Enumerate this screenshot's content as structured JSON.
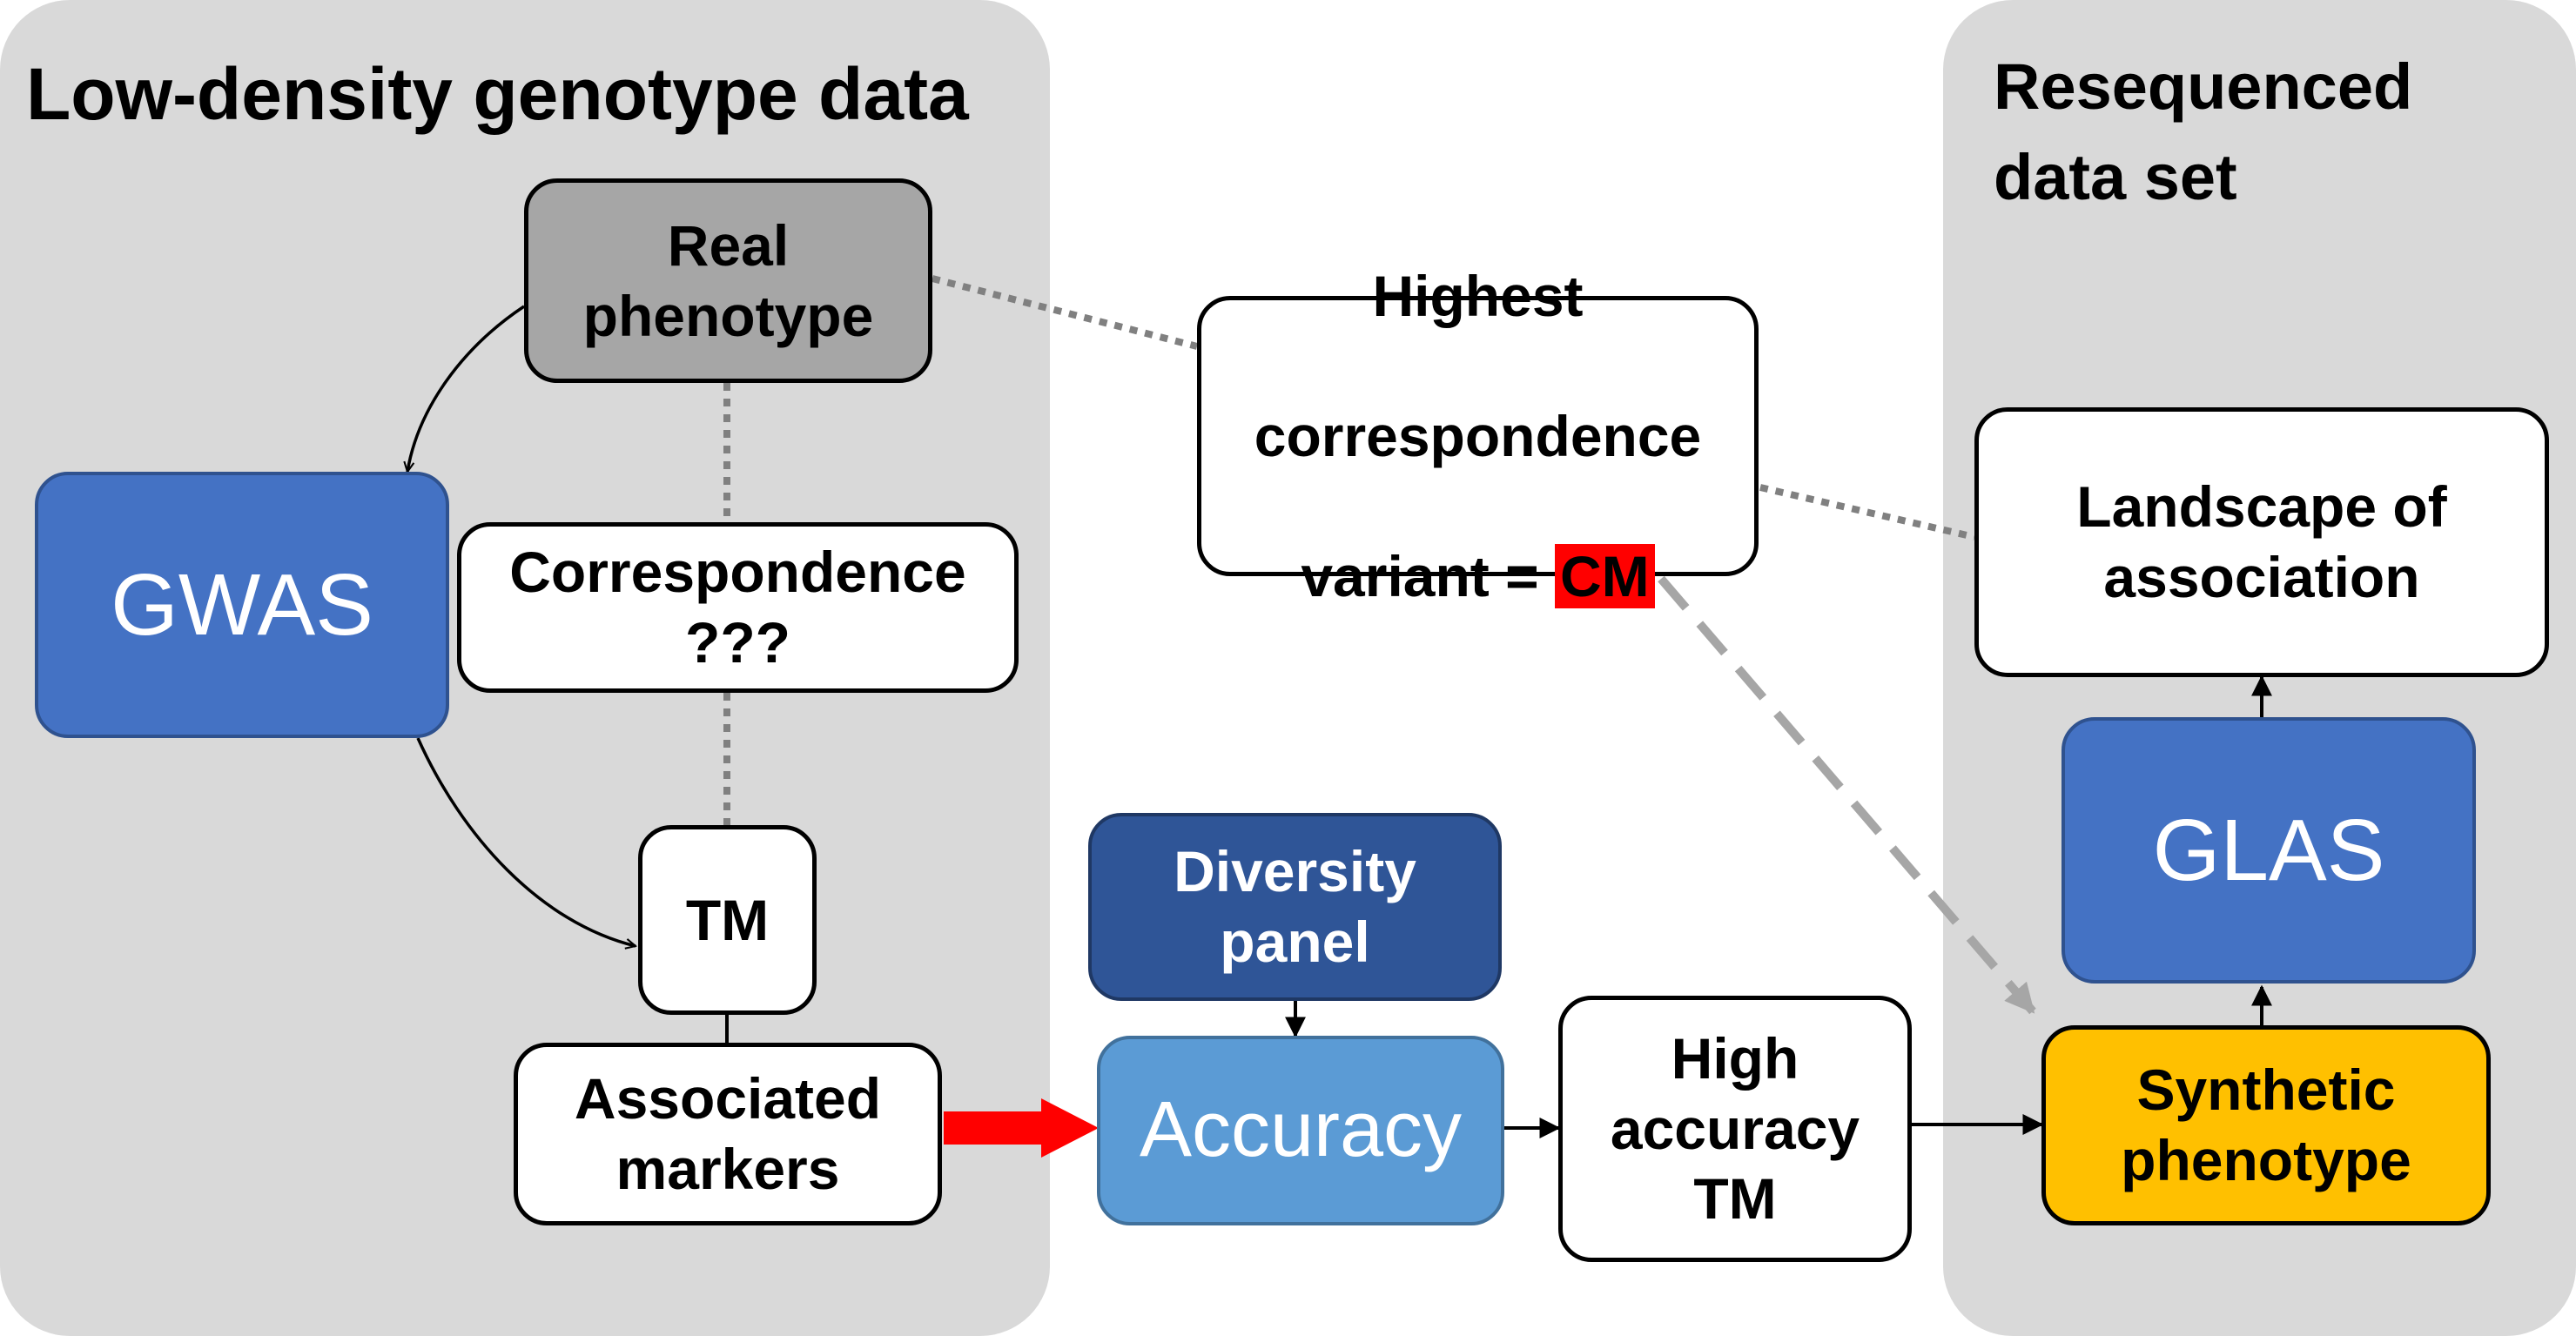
{
  "colors": {
    "panel": "#d9d9d9",
    "gwas": "#4472c4",
    "glas": "#4472c4",
    "diversity": "#2f5597",
    "accuracy": "#5b9bd5",
    "real_phenotype": "#a6a6a6",
    "synthetic": "#ffc000",
    "white_box": "#ffffff",
    "cm_highlight": "#ff0000",
    "red_arrow": "#ff0000",
    "dotted_line": "#808080",
    "dashed_arrow": "#a6a6a6"
  },
  "panels": {
    "low_density": {
      "title": "Low-density genotype data"
    },
    "resequenced": {
      "title_line1": "Resequenced",
      "title_line2": "data set"
    }
  },
  "nodes": {
    "real_phenotype": {
      "text": "Real\nphenotype"
    },
    "gwas": {
      "text": "GWAS"
    },
    "correspondence": {
      "text": "Correspondence\n???"
    },
    "tm": {
      "text": "TM"
    },
    "associated_markers": {
      "text": "Associated\nmarkers"
    },
    "highest_correspondence": {
      "text_line1": "Highest",
      "text_line2": "correspondence",
      "text_line3_prefix": "variant = ",
      "cm_label": "CM"
    },
    "diversity_panel": {
      "text": "Diversity\npanel"
    },
    "accuracy": {
      "text": "Accuracy"
    },
    "high_accuracy_tm": {
      "text": "High\naccuracy\nTM"
    },
    "landscape": {
      "text": "Landscape of\nassociation"
    },
    "glas": {
      "text": "GLAS"
    },
    "synthetic_phenotype": {
      "text": "Synthetic\nphenotype"
    }
  }
}
